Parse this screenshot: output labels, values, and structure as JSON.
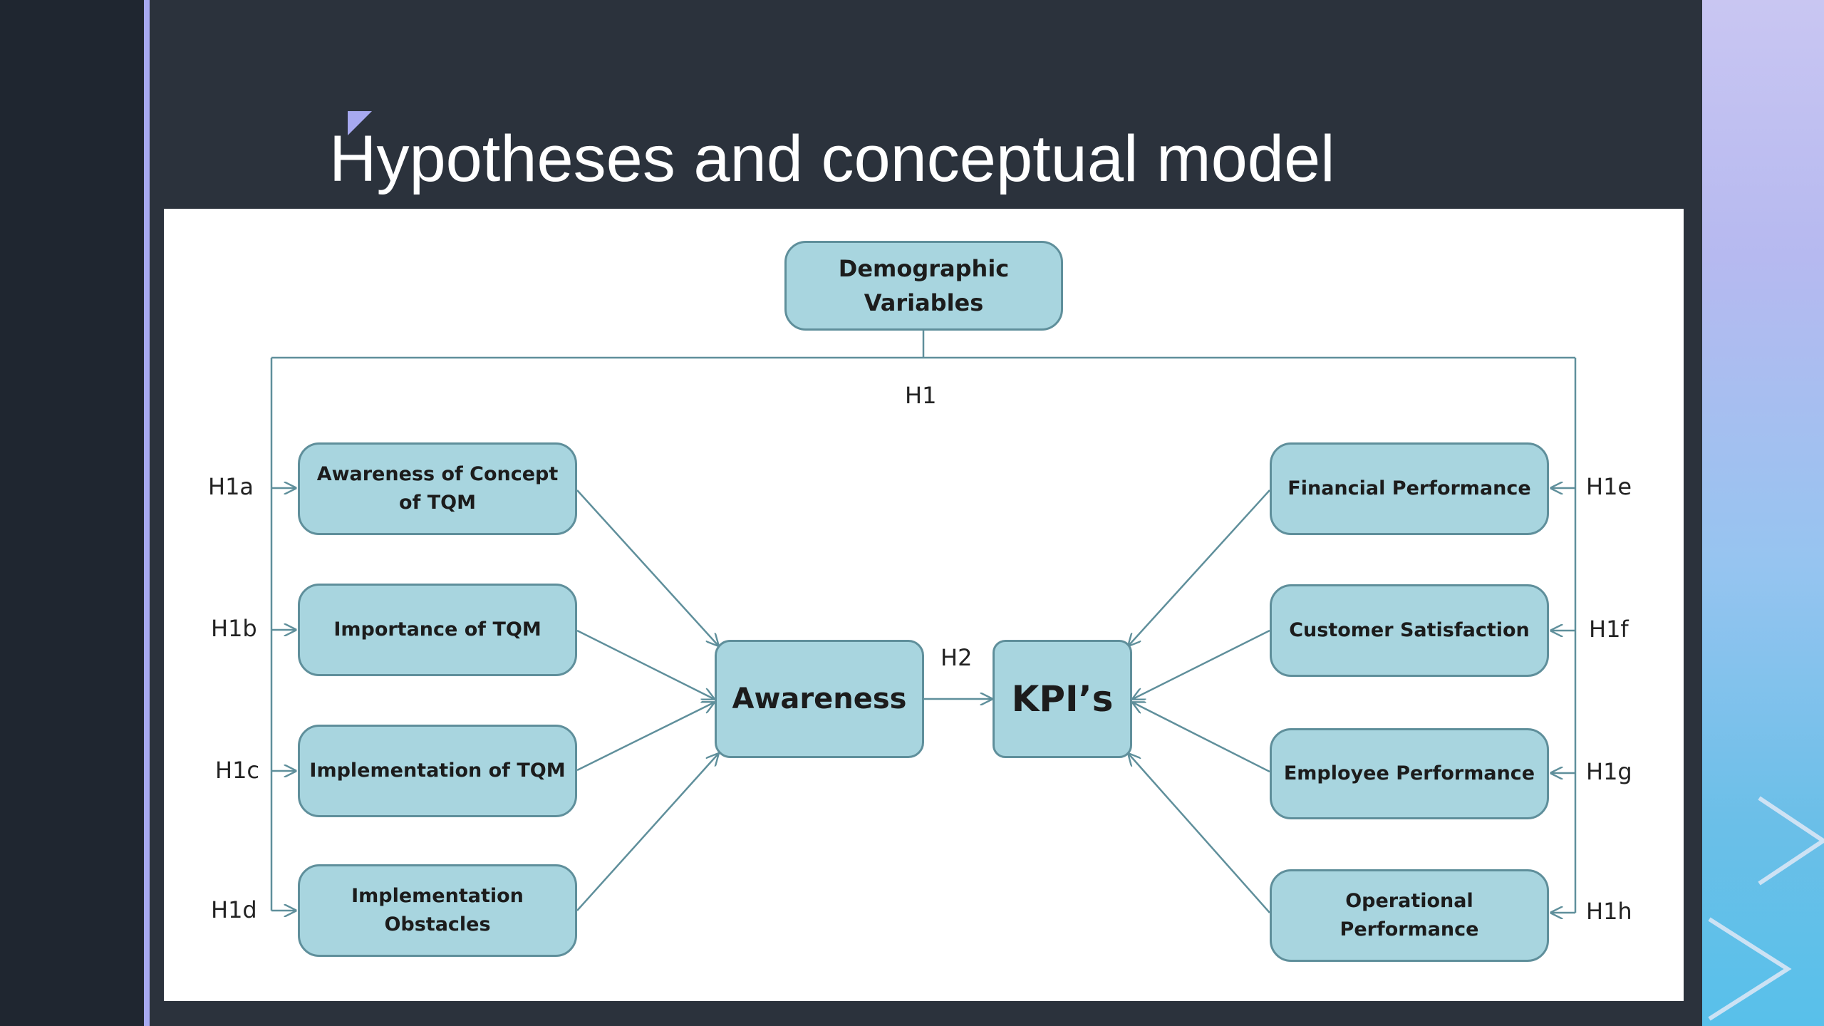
{
  "slide": {
    "title": "Hypotheses and conceptual model"
  },
  "diagram": {
    "top_node": "Demographic Variables",
    "left_nodes": [
      "Awareness of Concept of TQM",
      "Importance of TQM",
      "Implementation of TQM",
      "Implementation Obstacles"
    ],
    "right_nodes": [
      "Financial Performance",
      "Customer Satisfaction",
      "Employee Performance",
      "Operational Performance"
    ],
    "center_left": "Awareness",
    "center_right": "KPI’s",
    "labels": {
      "h1": "H1",
      "h2": "H2",
      "left": [
        "H1a",
        "H1b",
        "H1c",
        "H1d"
      ],
      "right": [
        "H1e",
        "H1f",
        "H1g",
        "H1h"
      ]
    }
  },
  "colors": {
    "node_fill": "#a8d5df",
    "node_border": "#5f8f9b",
    "accent": "#a7a9f0"
  }
}
